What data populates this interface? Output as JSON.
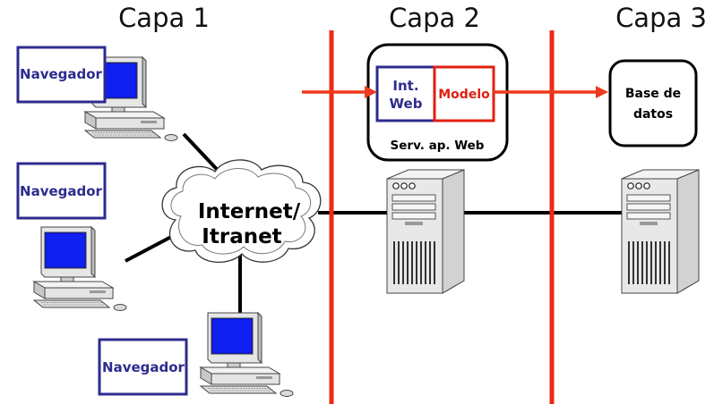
{
  "layers": {
    "layer1": "Capa 1",
    "layer2": "Capa 2",
    "layer3": "Capa 3"
  },
  "clients": [
    {
      "label": "Navegador"
    },
    {
      "label": "Navegador"
    },
    {
      "label": "Navegador"
    }
  ],
  "network": {
    "line1": "Internet/",
    "line2": "Itranet"
  },
  "web_server": {
    "interface_line1": "Int.",
    "interface_line2": "Web",
    "model": "Modelo",
    "caption": "Serv. ap. Web"
  },
  "database": {
    "line1": "Base de",
    "line2": "datos"
  },
  "colors": {
    "divider": "#ee2a14",
    "arrow": "#ee3a1e",
    "browser_border": "#2e2b8e",
    "browser_text": "#2e2b8e",
    "interface_border": "#2e2b8e",
    "model_border": "#e02010",
    "model_text": "#e02010",
    "screen": "#0a18e0"
  }
}
